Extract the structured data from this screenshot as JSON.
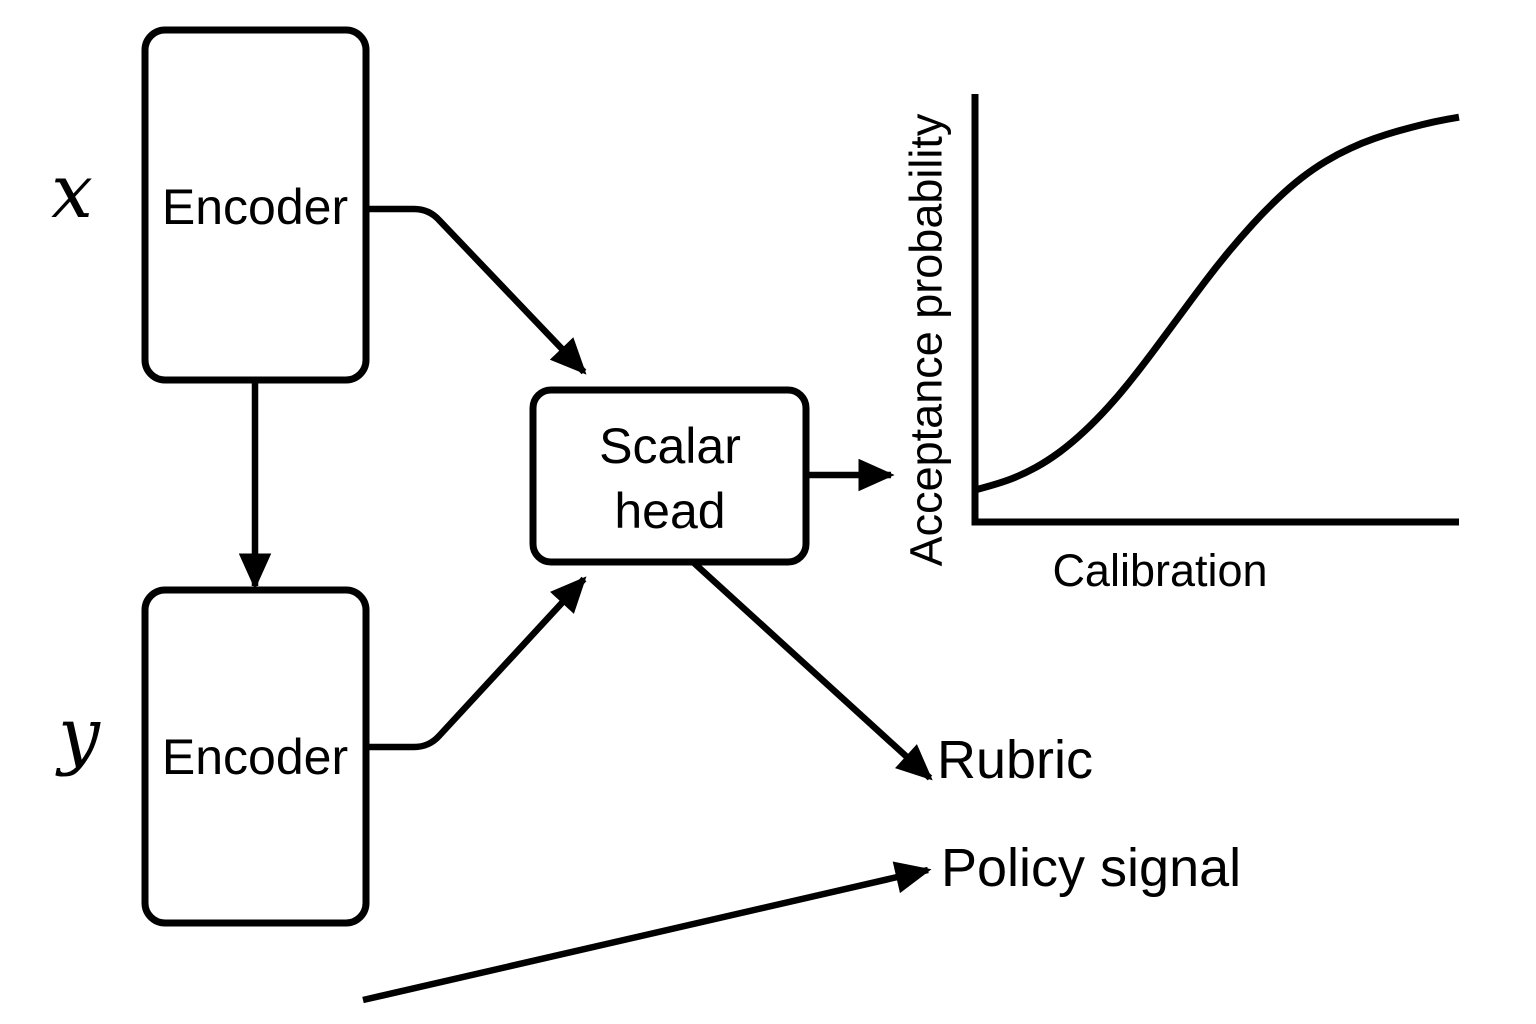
{
  "figure": {
    "kind": "model-architecture-diagram",
    "colors": {
      "background": "#ffffff",
      "line": "#000000"
    },
    "inputs": {
      "x_label": "x",
      "y_label": "y"
    },
    "nodes": {
      "encoder_x": {
        "label": "Encoder"
      },
      "encoder_y": {
        "label": "Encoder"
      },
      "scalar_head": {
        "label_line1": "Scalar",
        "label_line2": "head"
      }
    },
    "outputs": {
      "rubric_label": "Rubric",
      "policy_signal_label": "Policy signal"
    },
    "chart": {
      "type": "line",
      "xlabel": "Calibration",
      "ylabel": "Acceptance probability",
      "curve_shape": "sigmoid",
      "axes_numeric_ticks": "none",
      "x_range_norm": [
        0,
        1
      ],
      "y_range_norm": [
        0,
        1
      ],
      "curve_points_norm": [
        [
          0.0,
          0.075
        ],
        [
          0.05,
          0.09
        ],
        [
          0.1,
          0.112
        ],
        [
          0.15,
          0.143
        ],
        [
          0.2,
          0.185
        ],
        [
          0.25,
          0.238
        ],
        [
          0.3,
          0.3
        ],
        [
          0.35,
          0.372
        ],
        [
          0.4,
          0.448
        ],
        [
          0.45,
          0.525
        ],
        [
          0.5,
          0.6
        ],
        [
          0.55,
          0.668
        ],
        [
          0.6,
          0.73
        ],
        [
          0.65,
          0.784
        ],
        [
          0.7,
          0.828
        ],
        [
          0.75,
          0.862
        ],
        [
          0.8,
          0.888
        ],
        [
          0.85,
          0.908
        ],
        [
          0.9,
          0.924
        ],
        [
          0.95,
          0.938
        ],
        [
          1.0,
          0.948
        ]
      ]
    }
  }
}
